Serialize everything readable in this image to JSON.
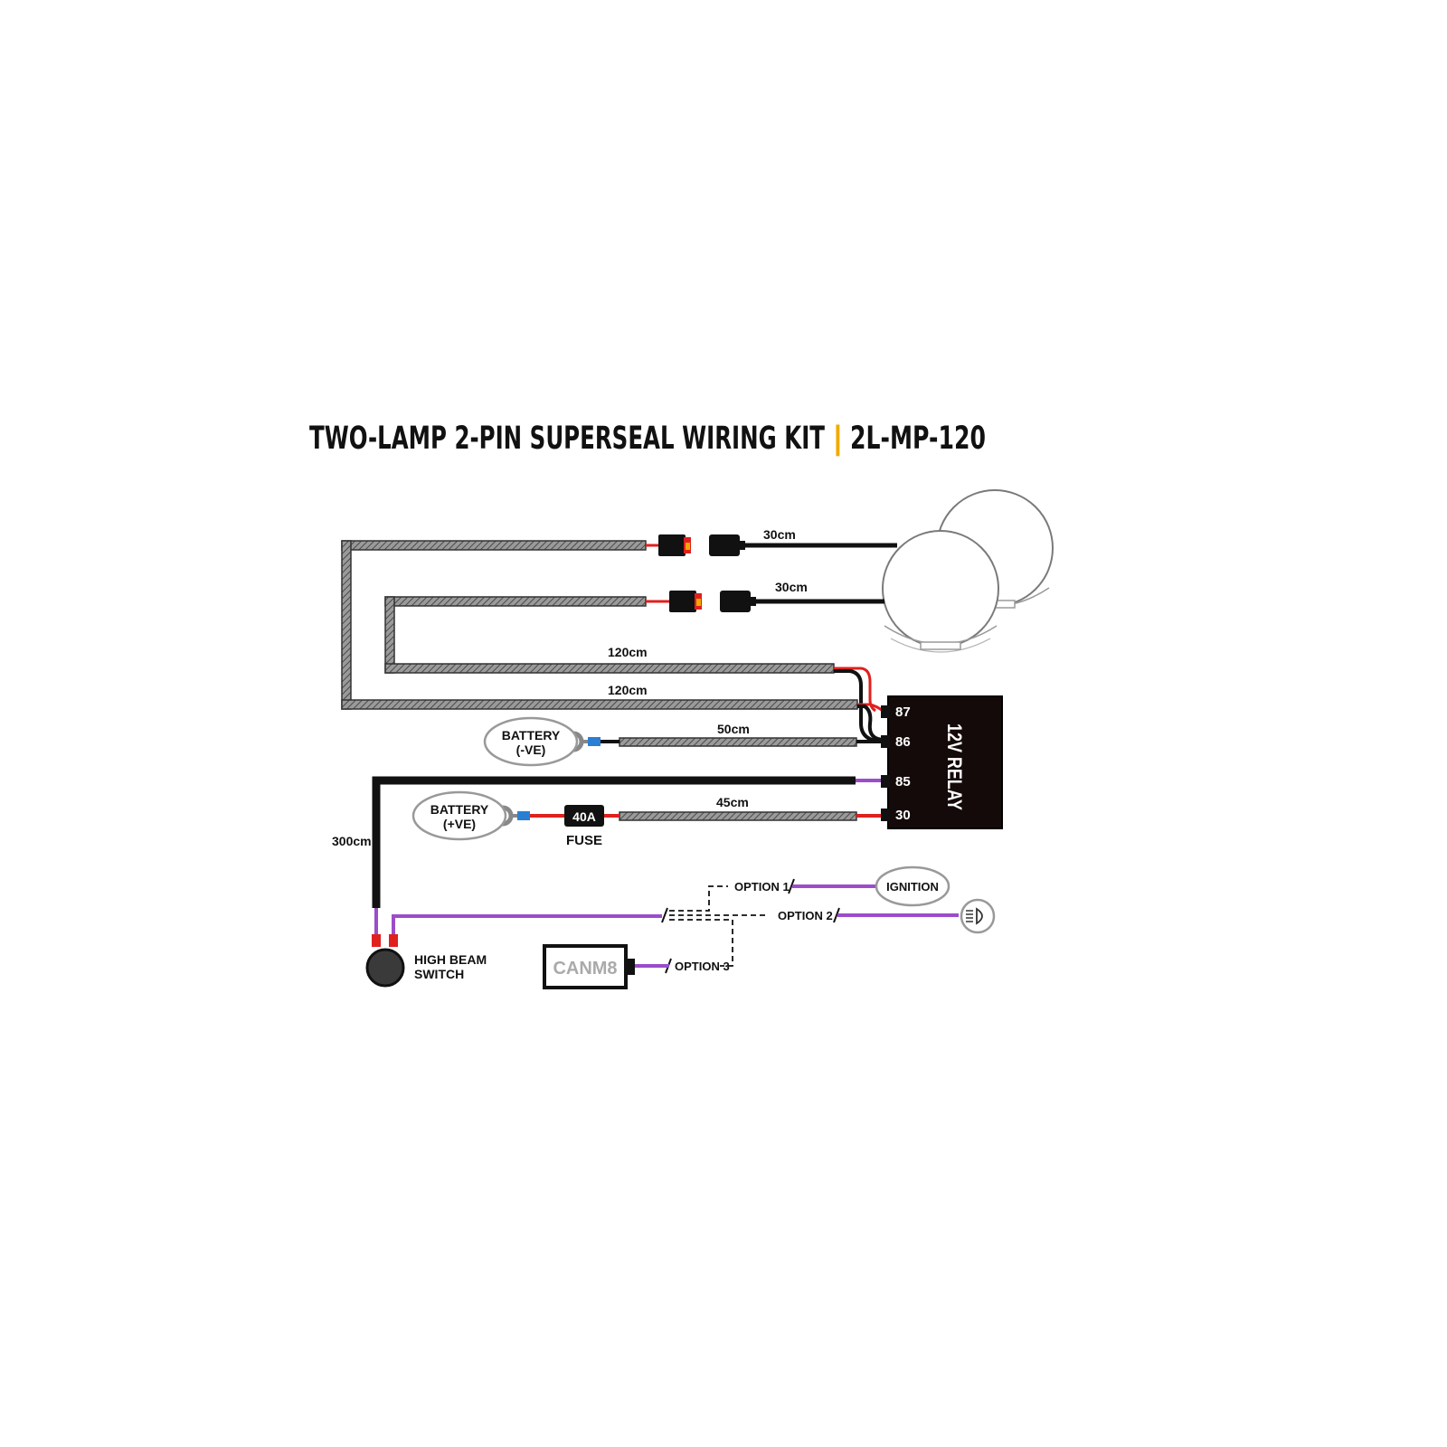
{
  "title": {
    "main": "TWO-LAMP 2-PIN SUPERSEAL WIRING KIT",
    "separator": "|",
    "code": "2L-MP-120"
  },
  "colors": {
    "text": "#111111",
    "accent": "#f2a900",
    "wire_black": "#111111",
    "wire_red": "#e0201e",
    "wire_purple": "#9b4dca",
    "wire_blue": "#2a7fd4",
    "sheath": "#777777",
    "relay": "#150a0a",
    "terminal_grey": "#888888"
  },
  "lengths": {
    "lamp1_lead": "30cm",
    "lamp2_lead": "30cm",
    "harness_inner": "120cm",
    "harness_outer": "120cm",
    "ground_lead": "50cm",
    "power_lead": "45cm",
    "switch_lead": "300cm"
  },
  "relay": {
    "label": "12V RELAY",
    "pins": [
      "87",
      "86",
      "85",
      "30"
    ]
  },
  "battery_negative": {
    "line1": "BATTERY",
    "line2": "(-VE)"
  },
  "battery_positive": {
    "line1": "BATTERY",
    "line2": "(+VE)"
  },
  "fuse": {
    "rating": "40A",
    "label": "FUSE"
  },
  "switch": {
    "line1": "HIGH BEAM",
    "line2": "SWITCH"
  },
  "options": {
    "option1": "OPTION 1",
    "option2": "OPTION 2",
    "option3": "OPTION 3",
    "ignition": "IGNITION",
    "canm8": "CANM8"
  },
  "icons": {
    "high_beam": "high-beam-icon",
    "lamps": "driving-lamp-icon"
  }
}
